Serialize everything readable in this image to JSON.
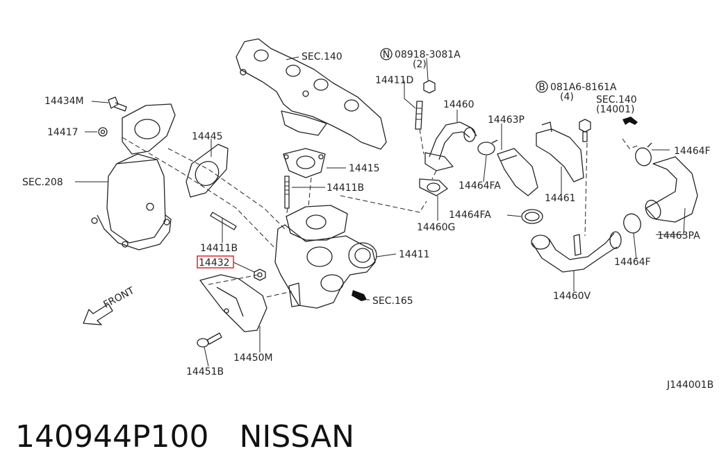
{
  "labels": {
    "sec140_top": "SEC.140",
    "bolt_n_code": "08918-3081A",
    "bolt_n_qty": "(2)",
    "n_mark": "N",
    "b_mark": "B",
    "p14411d": "14411D",
    "p14460": "14460",
    "p14434m": "14434M",
    "p14417": "14417",
    "p14445": "14445",
    "p14415": "14415",
    "p14411b_top": "14411B",
    "sec208": "SEC.208",
    "p14463p": "14463P",
    "bolt_b_code": "081A6-8161A",
    "bolt_b_qty": "(4)",
    "sec140_right": "SEC.140",
    "sec140_right_sub": "(14001)",
    "p14464f_top": "14464F",
    "p14464fa_top": "14464FA",
    "p14461": "14461",
    "p14460g": "14460G",
    "p14464fa_mid": "14464FA",
    "p14463pa": "14463PA",
    "p14411b_left": "14411B",
    "p14432": "14432",
    "p14411": "14411",
    "p14464f_bottom": "14464F",
    "p14460v": "14460V",
    "sec165": "SEC.165",
    "front": "FRONT",
    "p14450m": "14450M",
    "p14451b": "14451B",
    "diagram_id": "J144001B"
  },
  "footer": {
    "part_number": "140944P100",
    "brand": "NISSAN"
  },
  "colors": {
    "line": "#222222",
    "highlight": "#e8202a"
  }
}
